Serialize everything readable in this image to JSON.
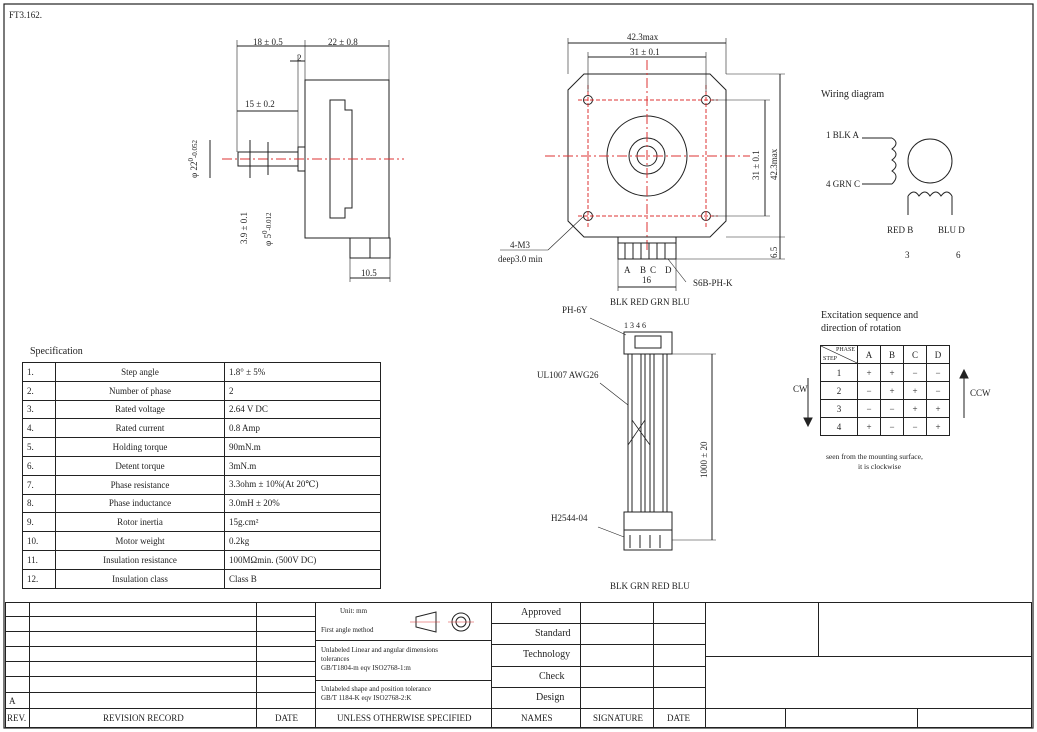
{
  "header": {
    "code": "FT3.162."
  },
  "side_view": {
    "dims": {
      "d18": "18 ± 0.5",
      "d22": "22 ± 0.8",
      "d2": "2",
      "d15": "15 ± 0.2",
      "d_shaft_outer": "φ 22",
      "d_shaft_outer_tol": "-0.052",
      "d_shaft_outer_tol0": "0",
      "d39": "3.9 ± 0.1",
      "d5": "φ 5",
      "d5_tol": "-0.012",
      "d5_tol0": "0",
      "d105": "10.5"
    }
  },
  "front_view": {
    "dims": {
      "w423": "42.3max",
      "w31": "31 ± 0.1",
      "h31": "31 ± 0.1",
      "h423": "42.3max",
      "h65": "6.5",
      "w16": "16"
    },
    "m3_label": "4-M3",
    "m3_depth": "deep3.0 min",
    "connector_label": "S6B-PH-K",
    "pin_letters": [
      "A",
      "B",
      "C",
      "D"
    ],
    "color_row": "BLK RED GRN BLU"
  },
  "wiring": {
    "title": "Wiring diagram",
    "blk": "1  BLK A",
    "grn": "4  GRN C",
    "red": "RED B",
    "blu": "BLU D",
    "n3": "3",
    "n6": "6"
  },
  "cable": {
    "ph6y": "PH-6Y",
    "pins": "1  3  4  6",
    "ul": "UL1007 AWG26",
    "length": "1000 ± 20",
    "h2544": "H2544-04",
    "colors": "BLK GRN RED BLU"
  },
  "specification": {
    "title": "Specification",
    "rows": [
      {
        "no": "1.",
        "name": "Step angle",
        "value": "1.8°  ± 5%"
      },
      {
        "no": "2.",
        "name": "Number of phase",
        "value": "2"
      },
      {
        "no": "3.",
        "name": "Rated voltage",
        "value": "2.64 V DC"
      },
      {
        "no": "4.",
        "name": "Rated current",
        "value": "0.8 Amp"
      },
      {
        "no": "5.",
        "name": "Holding torque",
        "value": "90mN.m"
      },
      {
        "no": "6.",
        "name": "Detent torque",
        "value": "3mN.m"
      },
      {
        "no": "7.",
        "name": "Phase resistance",
        "value": "3.3ohm ± 10%(At 20℃)"
      },
      {
        "no": "8.",
        "name": "Phase inductance",
        "value": "3.0mH ± 20%"
      },
      {
        "no": "9.",
        "name": "Rotor inertia",
        "value": "15g.cm²"
      },
      {
        "no": "10.",
        "name": "Motor weight",
        "value": "0.2kg"
      },
      {
        "no": "11.",
        "name": "Insulation resistance",
        "value": "100MΩmin. (500V DC)"
      },
      {
        "no": "12.",
        "name": "Insulation class",
        "value": "Class B"
      }
    ]
  },
  "excitation": {
    "title1": "Excitation sequence and",
    "title2": "direction of rotation",
    "head_phase": "PHASE",
    "head_step": "STEP",
    "cols": [
      "A",
      "B",
      "C",
      "D"
    ],
    "rows": [
      {
        "step": "1",
        "vals": [
          "+",
          "+",
          "−",
          "−"
        ]
      },
      {
        "step": "2",
        "vals": [
          "−",
          "+",
          "+",
          "−"
        ]
      },
      {
        "step": "3",
        "vals": [
          "−",
          "−",
          "+",
          "+"
        ]
      },
      {
        "step": "4",
        "vals": [
          "+",
          "−",
          "−",
          "+"
        ]
      }
    ],
    "cw": "CW",
    "ccw": "CCW",
    "note1": "seen from the mounting surface,",
    "note2": "it is clockwise"
  },
  "title_block": {
    "rev_letter": "A",
    "rev": "REV.",
    "revision_record": "REVISION RECORD",
    "date": "DATE",
    "unit": "Unit: mm",
    "first_angle": "First angle method",
    "linear1": "Unlabeled Linear and angular dimensions",
    "linear2": "tolerances",
    "linear3": "GB/T1804-m  eqv ISO2768-1:m",
    "shape1": "Unlabeled shape and position tolerance",
    "shape2": "GB/T 1184-K  eqv ISO2768-2:K",
    "unless": "UNLESS OTHERWISE SPECIFIED",
    "approved": "Approved",
    "standard": "Standard",
    "technology": "Technology",
    "check": "Check",
    "design": "Design",
    "names": "NAMES",
    "signature": "SIGNATURE",
    "date2": "DATE"
  }
}
